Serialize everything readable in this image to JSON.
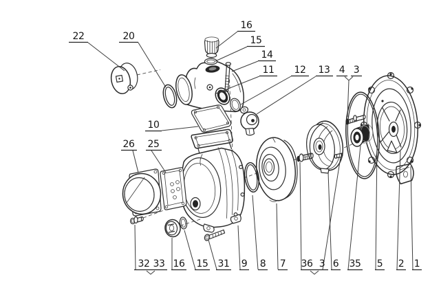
{
  "diagram": {
    "kind": "exploded-parts-view",
    "background": "#ffffff",
    "line_color": "#2e2e2e",
    "label_color": "#141414",
    "callouts": {
      "22": "22",
      "20": "20",
      "16_top": "16",
      "15_top": "15",
      "14": "14",
      "11": "11",
      "12": "12",
      "13": "13",
      "4": "4",
      "3_top": "3",
      "10": "10",
      "26": "26",
      "25": "25",
      "32": "32",
      "33": "33",
      "16_bottom": "16",
      "15_bottom": "15",
      "31": "31",
      "9": "9",
      "8": "8",
      "7": "7",
      "36": "36",
      "3_bottom": "3",
      "6": "6",
      "35": "35",
      "5": "5",
      "2": "2",
      "1": "1"
    },
    "groups": [
      {
        "labels": [
          "32",
          "33"
        ]
      },
      {
        "labels": [
          "36",
          "3"
        ]
      },
      {
        "labels": [
          "4",
          "3"
        ]
      }
    ]
  }
}
